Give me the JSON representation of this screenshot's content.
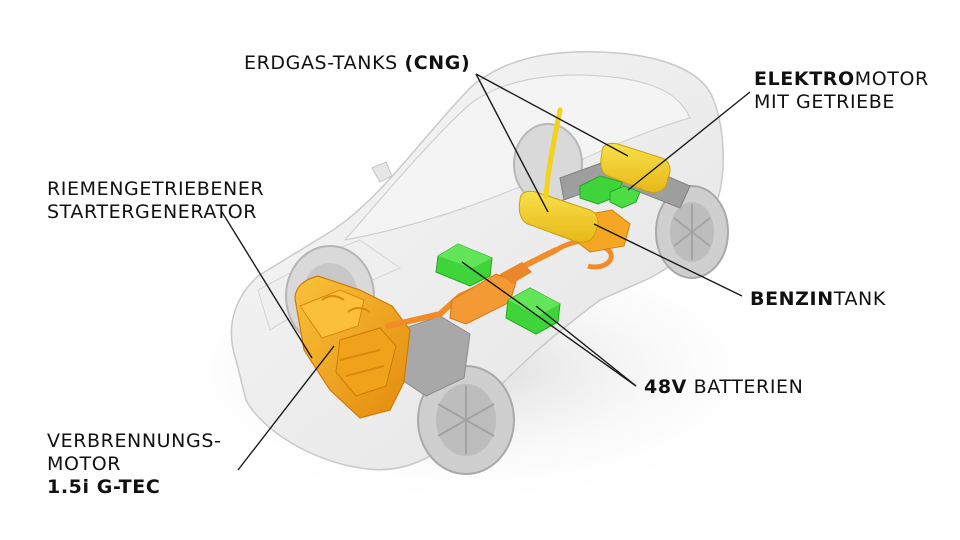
{
  "labels": {
    "cng": {
      "regular": "ERDGAS-TANKS ",
      "bold": "(CNG)"
    },
    "elektromotor": {
      "bold": "ELEKTRO",
      "regular": "MOTOR",
      "line2": "MIT GETRIEBE"
    },
    "starter": {
      "line1": "RIEMENGETRIEBENER",
      "line2": "STARTERGENERATOR"
    },
    "benzin": {
      "bold": "BENZIN",
      "regular": "TANK"
    },
    "batterien": {
      "bold": "48V",
      "regular": " BATTERIEN"
    },
    "verbrennung": {
      "line1": "VERBRENNUNGS-",
      "line2": "MOTOR",
      "line3": "1.5i G-TEC"
    }
  },
  "colors": {
    "engine": "#f5a417",
    "cng_tank": "#f2d21a",
    "battery": "#3fd43a",
    "exhaust": "#f28c28",
    "car_body": "#ececec",
    "text": "#111111"
  }
}
